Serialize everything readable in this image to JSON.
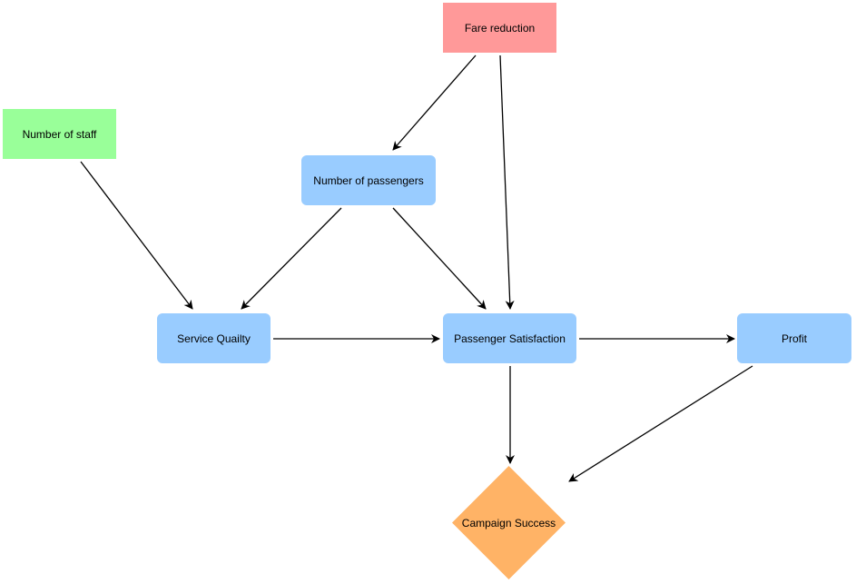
{
  "colors": {
    "fare_reduction": "#ff9999",
    "number_of_staff": "#99ff99",
    "blue_node": "#99ccff",
    "campaign_success": "#ffb366",
    "edge": "#000000"
  },
  "nodes": {
    "fare_reduction": "Fare reduction",
    "number_of_staff": "Number of staff",
    "number_of_passengers": "Number of passengers",
    "service_quality": "Service Quailty",
    "passenger_satisfaction": "Passenger Satisfaction",
    "profit": "Profit",
    "campaign_success": "Campaign Success"
  },
  "edges": [
    {
      "from": "Fare reduction",
      "to": "Number of passengers"
    },
    {
      "from": "Fare reduction",
      "to": "Passenger Satisfaction"
    },
    {
      "from": "Number of staff",
      "to": "Service Quailty"
    },
    {
      "from": "Number of passengers",
      "to": "Service Quailty"
    },
    {
      "from": "Number of passengers",
      "to": "Passenger Satisfaction"
    },
    {
      "from": "Service Quailty",
      "to": "Passenger Satisfaction"
    },
    {
      "from": "Passenger Satisfaction",
      "to": "Profit"
    },
    {
      "from": "Passenger Satisfaction",
      "to": "Campaign Success"
    },
    {
      "from": "Profit",
      "to": "Campaign Success"
    }
  ]
}
